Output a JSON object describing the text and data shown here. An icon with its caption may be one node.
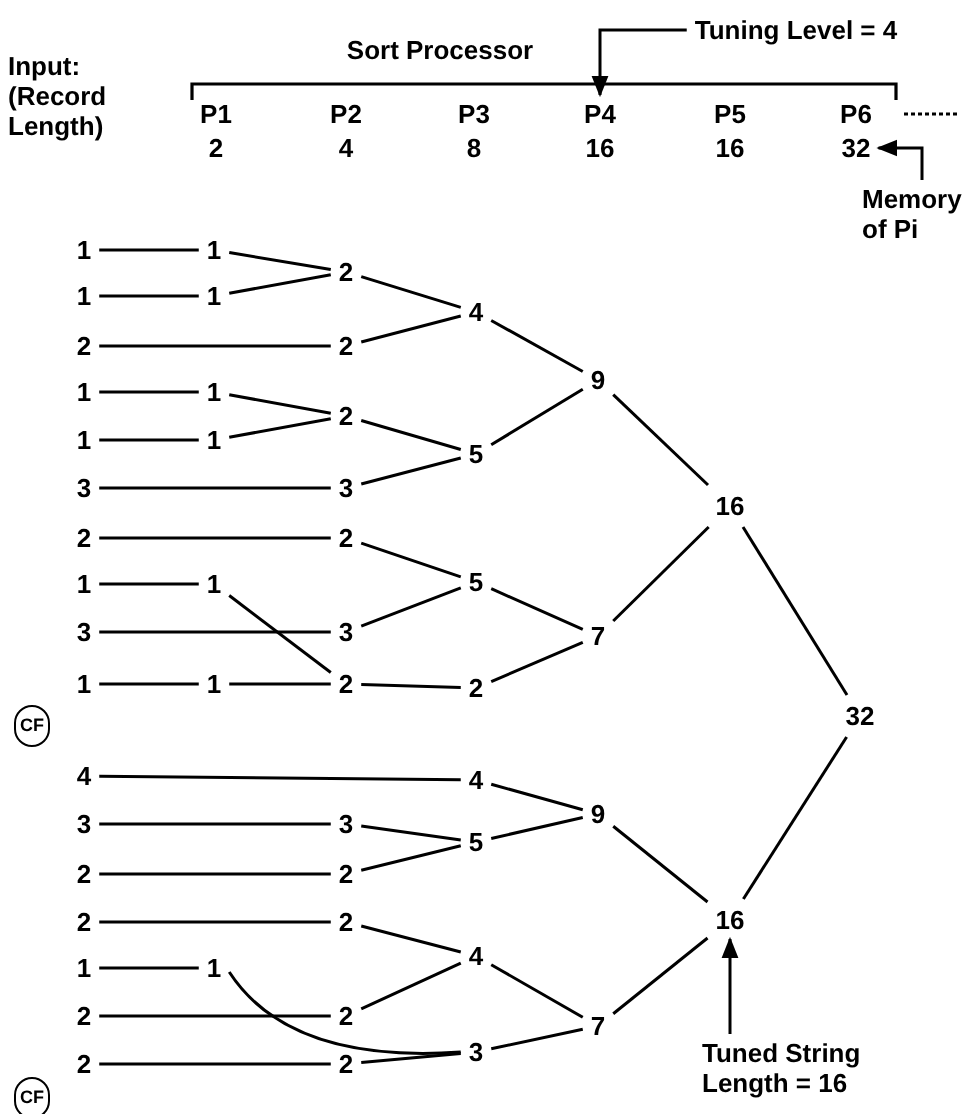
{
  "diagram": {
    "nodes": [
      {
        "text": [
          "Tuning Level = 4"
        ]
      },
      {
        "text": [
          "P4"
        ]
      },
      {
        "text": [
          "32"
        ]
      },
      {
        "text": [
          "Memory of Pi"
        ]
      },
      {
        "text": [
          "1"
        ]
      },
      {
        "text": [
          "1"
        ]
      },
      {
        "text": [
          "1"
        ]
      },
      {
        "text": [
          "1"
        ]
      },
      {
        "text": [
          "2"
        ]
      },
      {
        "text": [
          "2"
        ]
      },
      {
        "text": [
          "2"
        ]
      },
      {
        "text": [
          "4"
        ]
      },
      {
        "text": [
          "1"
        ]
      },
      {
        "text": [
          "1"
        ]
      },
      {
        "text": [
          "1"
        ]
      },
      {
        "text": [
          "1"
        ]
      },
      {
        "text": [
          "2"
        ]
      },
      {
        "text": [
          "3"
        ]
      },
      {
        "text": [
          "3"
        ]
      },
      {
        "text": [
          "5"
        ]
      },
      {
        "text": [
          "9"
        ]
      },
      {
        "text": [
          "2"
        ]
      },
      {
        "text": [
          "2"
        ]
      },
      {
        "text": [
          "1"
        ]
      },
      {
        "text": [
          "1"
        ]
      },
      {
        "text": [
          "3"
        ]
      },
      {
        "text": [
          "3"
        ]
      },
      {
        "text": [
          "5"
        ]
      },
      {
        "text": [
          "1"
        ]
      },
      {
        "text": [
          "1"
        ]
      },
      {
        "text": [
          "2"
        ]
      },
      {
        "text": [
          "2"
        ]
      },
      {
        "text": [
          "7"
        ]
      },
      {
        "text": [
          "16"
        ]
      },
      {
        "text": [
          "32"
        ]
      },
      {
        "text": [
          "4"
        ]
      },
      {
        "text": [
          "4"
        ]
      },
      {
        "text": [
          "3"
        ]
      },
      {
        "text": [
          "3"
        ]
      },
      {
        "text": [
          "2"
        ]
      },
      {
        "text": [
          "2"
        ]
      },
      {
        "text": [
          "5"
        ]
      },
      {
        "text": [
          "9"
        ]
      },
      {
        "text": [
          "2"
        ]
      },
      {
        "text": [
          "2"
        ]
      },
      {
        "text": [
          "1"
        ]
      },
      {
        "text": [
          "1"
        ]
      },
      {
        "text": [
          "2"
        ]
      },
      {
        "text": [
          "2"
        ]
      },
      {
        "text": [
          "2"
        ]
      },
      {
        "text": [
          "2"
        ]
      },
      {
        "text": [
          "4"
        ]
      },
      {
        "text": [
          "3"
        ]
      },
      {
        "text": [
          "7"
        ]
      },
      {
        "text": [
          "16"
        ]
      },
      {
        "text": [
          "Tuned String Length = 16"
        ]
      }
    ],
    "edges": [
      {
        "from": 0,
        "to": 1,
        "arrow": "to"
      },
      {
        "from": 3,
        "to": 2,
        "arrow": "to"
      },
      {
        "from": 4,
        "to": 5,
        "arrow": "none"
      },
      {
        "from": 6,
        "to": 7,
        "arrow": "none"
      },
      {
        "from": 5,
        "to": 8,
        "arrow": "none"
      },
      {
        "from": 7,
        "to": 8,
        "arrow": "none"
      },
      {
        "from": 9,
        "to": 10,
        "arrow": "none"
      },
      {
        "from": 8,
        "to": 11,
        "arrow": "none"
      },
      {
        "from": 10,
        "to": 11,
        "arrow": "none"
      },
      {
        "from": 12,
        "to": 13,
        "arrow": "none"
      },
      {
        "from": 14,
        "to": 15,
        "arrow": "none"
      },
      {
        "from": 13,
        "to": 16,
        "arrow": "none"
      },
      {
        "from": 15,
        "to": 16,
        "arrow": "none"
      },
      {
        "from": 17,
        "to": 18,
        "arrow": "none"
      },
      {
        "from": 16,
        "to": 19,
        "arrow": "none"
      },
      {
        "from": 18,
        "to": 19,
        "arrow": "none"
      },
      {
        "from": 11,
        "to": 20,
        "arrow": "none"
      },
      {
        "from": 19,
        "to": 20,
        "arrow": "none"
      },
      {
        "from": 21,
        "to": 22,
        "arrow": "none"
      },
      {
        "from": 23,
        "to": 24,
        "arrow": "none"
      },
      {
        "from": 25,
        "to": 26,
        "arrow": "none"
      },
      {
        "from": 22,
        "to": 27,
        "arrow": "none"
      },
      {
        "from": 26,
        "to": 27,
        "arrow": "none"
      },
      {
        "from": 24,
        "to": 30,
        "arrow": "none"
      },
      {
        "from": 28,
        "to": 29,
        "arrow": "none"
      },
      {
        "from": 29,
        "to": 30,
        "arrow": "none"
      },
      {
        "from": 30,
        "to": 31,
        "arrow": "none"
      },
      {
        "from": 27,
        "to": 32,
        "arrow": "none"
      },
      {
        "from": 31,
        "to": 32,
        "arrow": "none"
      },
      {
        "from": 20,
        "to": 33,
        "arrow": "none"
      },
      {
        "from": 32,
        "to": 33,
        "arrow": "none"
      },
      {
        "from": 33,
        "to": 34,
        "arrow": "none"
      },
      {
        "from": 35,
        "to": 36,
        "arrow": "none"
      },
      {
        "from": 37,
        "to": 38,
        "arrow": "none"
      },
      {
        "from": 39,
        "to": 40,
        "arrow": "none"
      },
      {
        "from": 38,
        "to": 41,
        "arrow": "none"
      },
      {
        "from": 40,
        "to": 41,
        "arrow": "none"
      },
      {
        "from": 36,
        "to": 42,
        "arrow": "none"
      },
      {
        "from": 41,
        "to": 42,
        "arrow": "none"
      },
      {
        "from": 43,
        "to": 44,
        "arrow": "none"
      },
      {
        "from": 45,
        "to": 46,
        "arrow": "none"
      },
      {
        "from": 47,
        "to": 48,
        "arrow": "none"
      },
      {
        "from": 49,
        "to": 50,
        "arrow": "none"
      },
      {
        "from": 44,
        "to": 51,
        "arrow": "none"
      },
      {
        "from": 48,
        "to": 51,
        "arrow": "none"
      },
      {
        "from": 46,
        "to": 52,
        "arrow": "none"
      },
      {
        "from": 50,
        "to": 52,
        "arrow": "none"
      },
      {
        "from": 51,
        "to": 53,
        "arrow": "none"
      },
      {
        "from": 52,
        "to": 53,
        "arrow": "none"
      },
      {
        "from": 42,
        "to": 54,
        "arrow": "none"
      },
      {
        "from": 53,
        "to": 54,
        "arrow": "none"
      },
      {
        "from": 54,
        "to": 34,
        "arrow": "none"
      },
      {
        "from": 55,
        "to": 54,
        "arrow": "to"
      }
    ],
    "labels": [
      "Input: (Record Length)",
      "Sort Processor",
      "P1",
      "P2",
      "P3",
      "P5",
      "P6",
      "2",
      "4",
      "8",
      "16",
      "16",
      "CF",
      "CF"
    ]
  }
}
